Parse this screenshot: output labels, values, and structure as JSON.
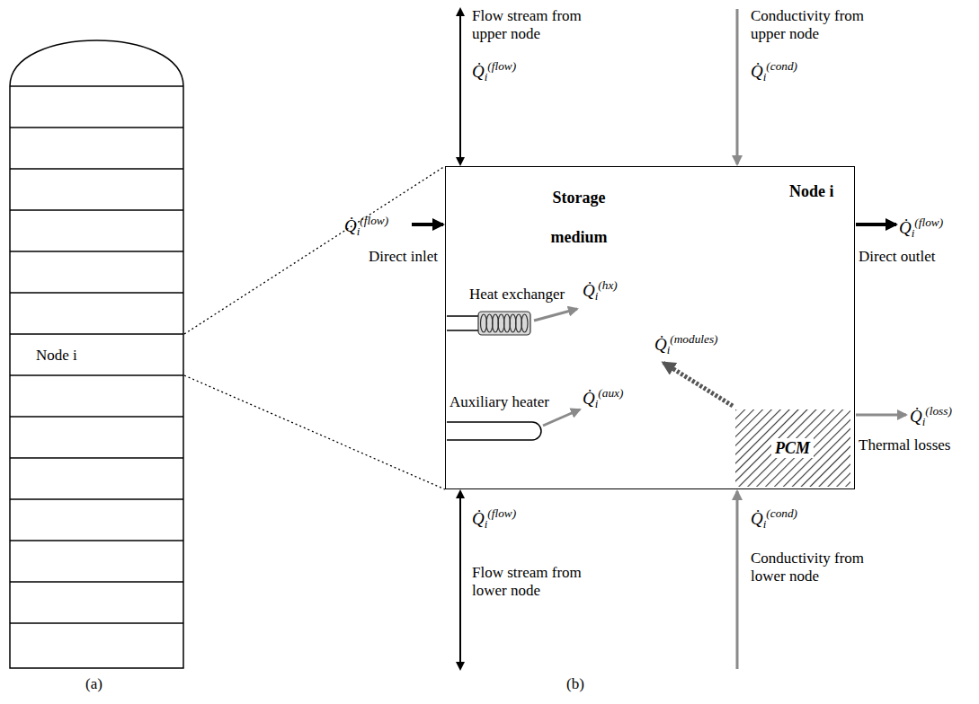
{
  "diagram": {
    "nodes": [
      {
        "text": [
          "Node i"
        ]
      },
      {
        "text": [
          "Storage medium",
          "Node i"
        ]
      },
      {
        "text": [
          "PCM"
        ],
        "in": 1
      }
    ],
    "edges": [
      {
        "from": 0,
        "to": 1,
        "arrow": "none"
      },
      {
        "from": 0,
        "to": 1,
        "arrow": "none"
      }
    ],
    "labels": [
      "Flow stream from upper node",
      "Q̇i(flow)",
      "Conductivity from upper node",
      "Q̇i(cond)",
      "Q̇i(flow)",
      "Direct inlet",
      "Q̇i(flow)",
      "Direct outlet",
      "Heat exchanger",
      "Q̇i(hx)",
      "Q̇i(modules)",
      "Auxiliary heater",
      "Q̇i(aux)",
      "Q̇i(loss)",
      "Thermal losses",
      "Q̇i(flow)",
      "Flow stream from lower node",
      "Q̇i(cond)",
      "Conductivity from lower node",
      "(a)",
      "(b)"
    ]
  }
}
